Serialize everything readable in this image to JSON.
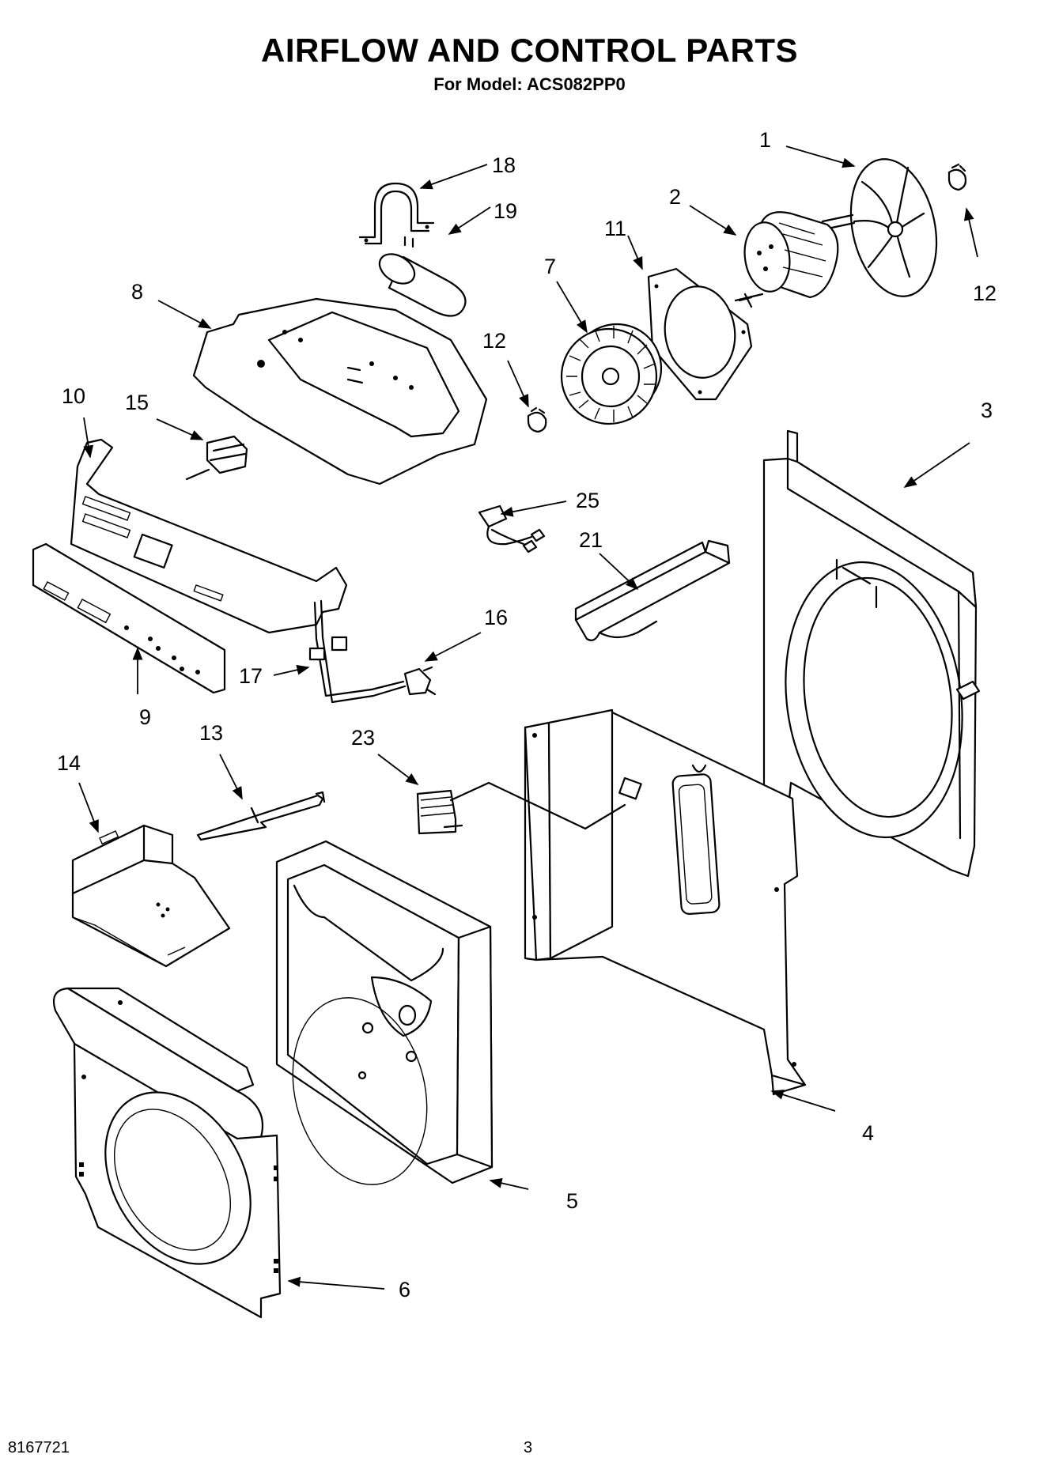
{
  "header": {
    "title": "AIRFLOW AND CONTROL PARTS",
    "subtitle": "For Model: ACS082PP0"
  },
  "footer": {
    "doc_number": "8167721",
    "page_number": "3"
  },
  "callouts": {
    "c1": "1",
    "c2": "2",
    "c3": "3",
    "c4": "4",
    "c5": "5",
    "c6": "6",
    "c7": "7",
    "c8": "8",
    "c9": "9",
    "c10": "10",
    "c11": "11",
    "c12a": "12",
    "c12b": "12",
    "c13": "13",
    "c14": "14",
    "c15": "15",
    "c16": "16",
    "c17": "17",
    "c18": "18",
    "c19": "19",
    "c21": "21",
    "c23": "23",
    "c25": "25"
  }
}
